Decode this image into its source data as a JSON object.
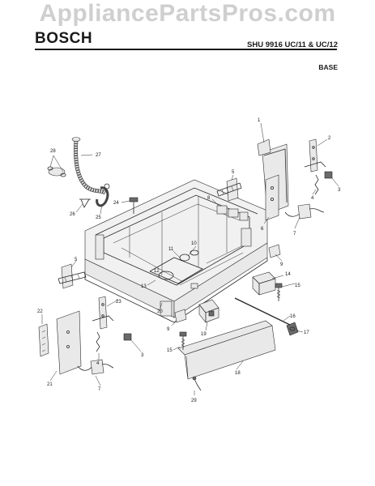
{
  "watermark": "AppliancePartsPros.com",
  "header": {
    "brand": "BOSCH",
    "model": "SHU 9916 UC/11 & UC/12",
    "section": "BASE"
  },
  "callouts": [
    "1",
    "2",
    "3",
    "4",
    "5",
    "6",
    "7",
    "8",
    "9",
    "10",
    "11",
    "12",
    "13",
    "14",
    "15",
    "16",
    "17",
    "18",
    "19",
    "20",
    "21",
    "22",
    "23",
    "24",
    "25",
    "26",
    "27",
    "28",
    "29"
  ],
  "callout_labels": {
    "c1": "1",
    "c2": "2",
    "c3a": "3",
    "c3b": "3",
    "c4a": "4",
    "c4b": "4",
    "c5a": "5",
    "c5b": "5",
    "c6": "6",
    "c7a": "7",
    "c7b": "7",
    "c8": "8",
    "c9a": "9",
    "c9b": "9",
    "c10": "10",
    "c11": "11",
    "c12": "12",
    "c13": "13",
    "c14": "14",
    "c15a": "15",
    "c15b": "15",
    "c16": "16",
    "c17": "17",
    "c18": "18",
    "c19": "19",
    "c20": "20",
    "c21": "21",
    "c22": "22",
    "c23": "23",
    "c24": "24",
    "c25": "25",
    "c26": "26",
    "c27": "27",
    "c28": "28",
    "c29": "29"
  }
}
